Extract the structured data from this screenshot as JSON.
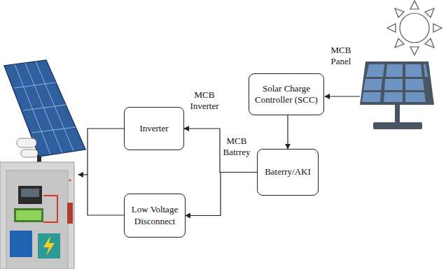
{
  "diagram": {
    "nodes": [
      {
        "text": [
          "Solar Charge Controller (SCC)"
        ]
      },
      {
        "text": [
          "Baterry/AKI"
        ]
      },
      {
        "text": [
          "Inverter"
        ]
      },
      {
        "text": [
          "Low Voltage Disconnect"
        ]
      }
    ],
    "edges": [
      {
        "from": 0,
        "to": 1,
        "arrow": "to"
      },
      {
        "from": 1,
        "to": 2,
        "arrow": "to"
      },
      {
        "from": 1,
        "to": 3,
        "arrow": "to"
      }
    ],
    "labels": [
      "MCB Panel",
      "MCB Inverter",
      "MCB Batrrey"
    ]
  }
}
